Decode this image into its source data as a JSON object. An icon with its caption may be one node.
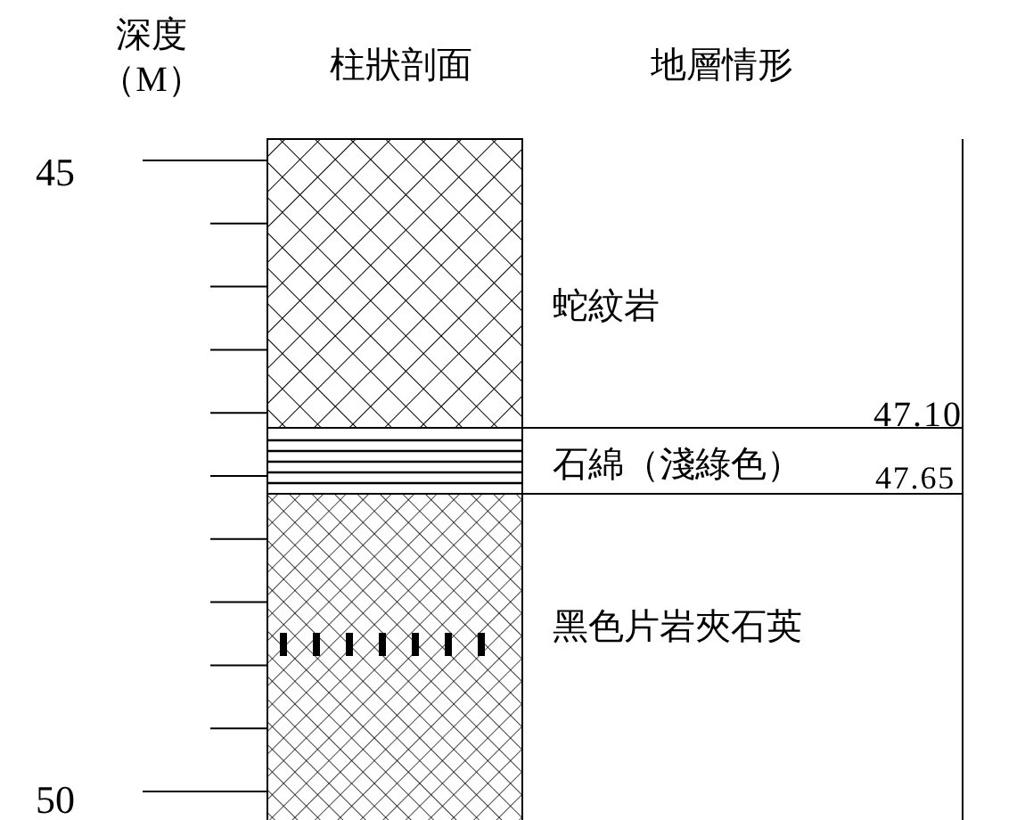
{
  "diagram": {
    "labels": [
      "深度（M）",
      "柱狀剖面",
      "地層情形",
      "45",
      "50",
      "蛇紋岩",
      "47.10",
      "石綿（淺綠色）",
      "47.65",
      "黑色片岩夾石英"
    ]
  }
}
